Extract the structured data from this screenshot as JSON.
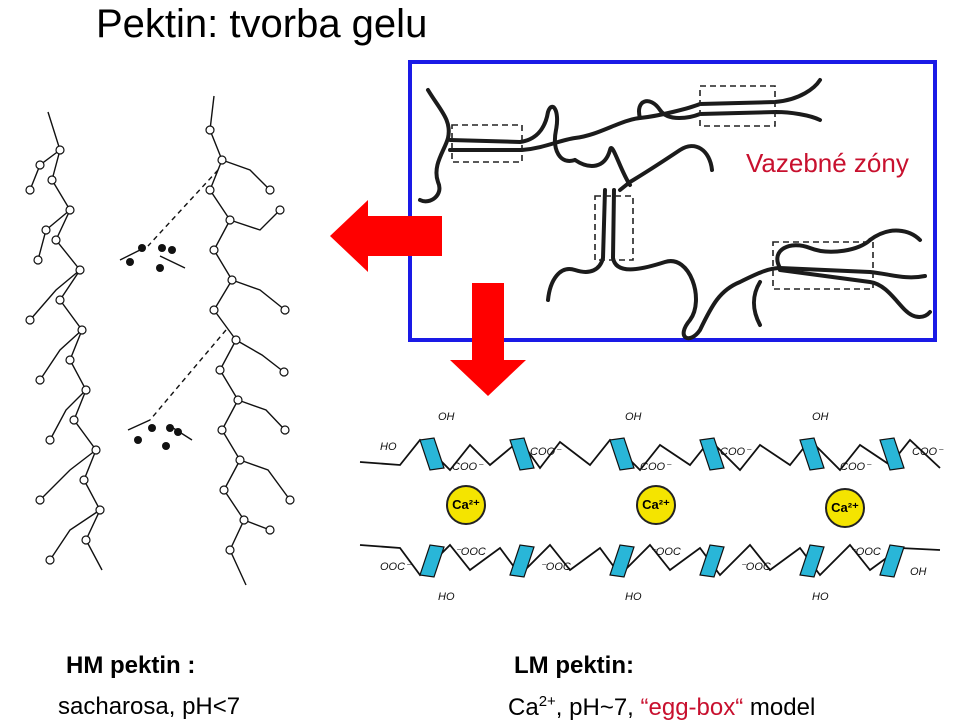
{
  "title": "Pektin: tvorba gelu",
  "junction_label": "Vazebné zóny",
  "hm": {
    "heading": "HM pektin :",
    "sub": "sacharosa, pH<7"
  },
  "lm": {
    "heading": "LM pektin:",
    "ion": "Ca",
    "charge": "2+",
    "rest": ", pH~7, ",
    "quote_open": "“",
    "egg": "egg-box",
    "quote_close": "“",
    "model": " model"
  },
  "calcium_label": "Ca²⁺",
  "colors": {
    "frame": "#1a1ae6",
    "arrow": "#ff0000",
    "ring": "#29b6d8",
    "calcium": "#f4e400",
    "label": "#c8102e"
  }
}
